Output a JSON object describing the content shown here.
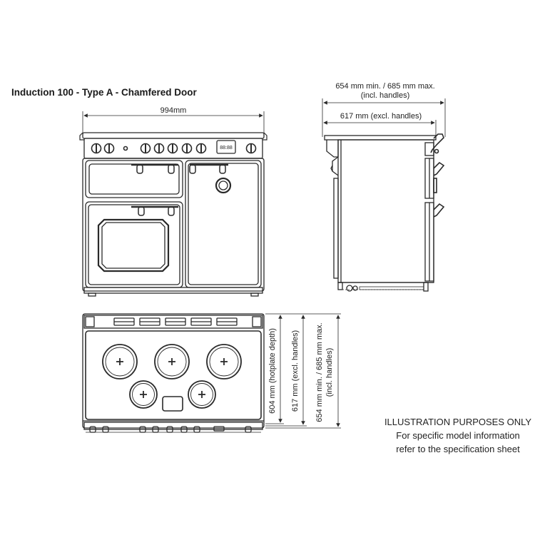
{
  "title": "Induction 100 - Type A - Chamfered Door",
  "front_view": {
    "width_label": "994mm",
    "display_readout": "88:88"
  },
  "side_view": {
    "depth_handles_label_line1": "654 mm min. / 685 mm max.",
    "depth_handles_label_line2": "(incl. handles)",
    "depth_excl_label": "617 mm (excl. handles)"
  },
  "top_view": {
    "hotplate_depth_label": "604 mm (hotplate depth)",
    "depth_excl_label": "617 mm (excl. handles)",
    "depth_incl_label_line1": "654 mm min. / 685 mm max.",
    "depth_incl_label_line2": "(incl. handles)"
  },
  "disclaimer": {
    "line1": "ILLUSTRATION PURPOSES ONLY",
    "line2": "For specific model information",
    "line3": "refer to the specification sheet"
  },
  "colors": {
    "line": "#2a2a2a",
    "background": "#ffffff"
  }
}
